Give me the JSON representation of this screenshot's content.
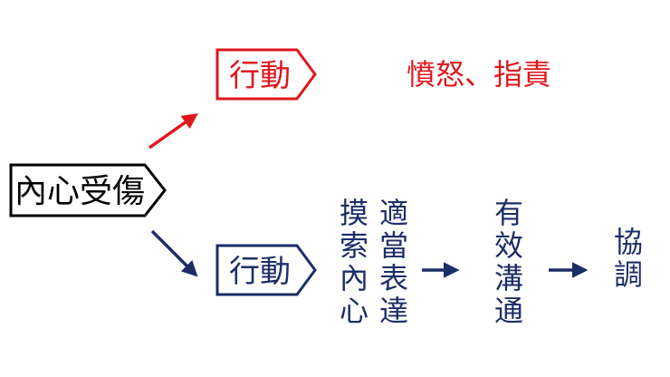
{
  "colors": {
    "red": "#e0161d",
    "navy": "#1b2e66",
    "black": "#000000",
    "background": "#ffffff"
  },
  "nodes": {
    "source": {
      "label": "內心受傷"
    },
    "action_top": {
      "label": "行動"
    },
    "outcome_top": {
      "label": "憤怒、指責"
    },
    "action_bottom": {
      "label": "行動"
    },
    "step_explore": {
      "label": "摸索內心"
    },
    "step_express": {
      "label": "適當表達"
    },
    "step_communicate": {
      "label": "有效溝通"
    },
    "step_coordinate": {
      "label": "協調"
    }
  }
}
